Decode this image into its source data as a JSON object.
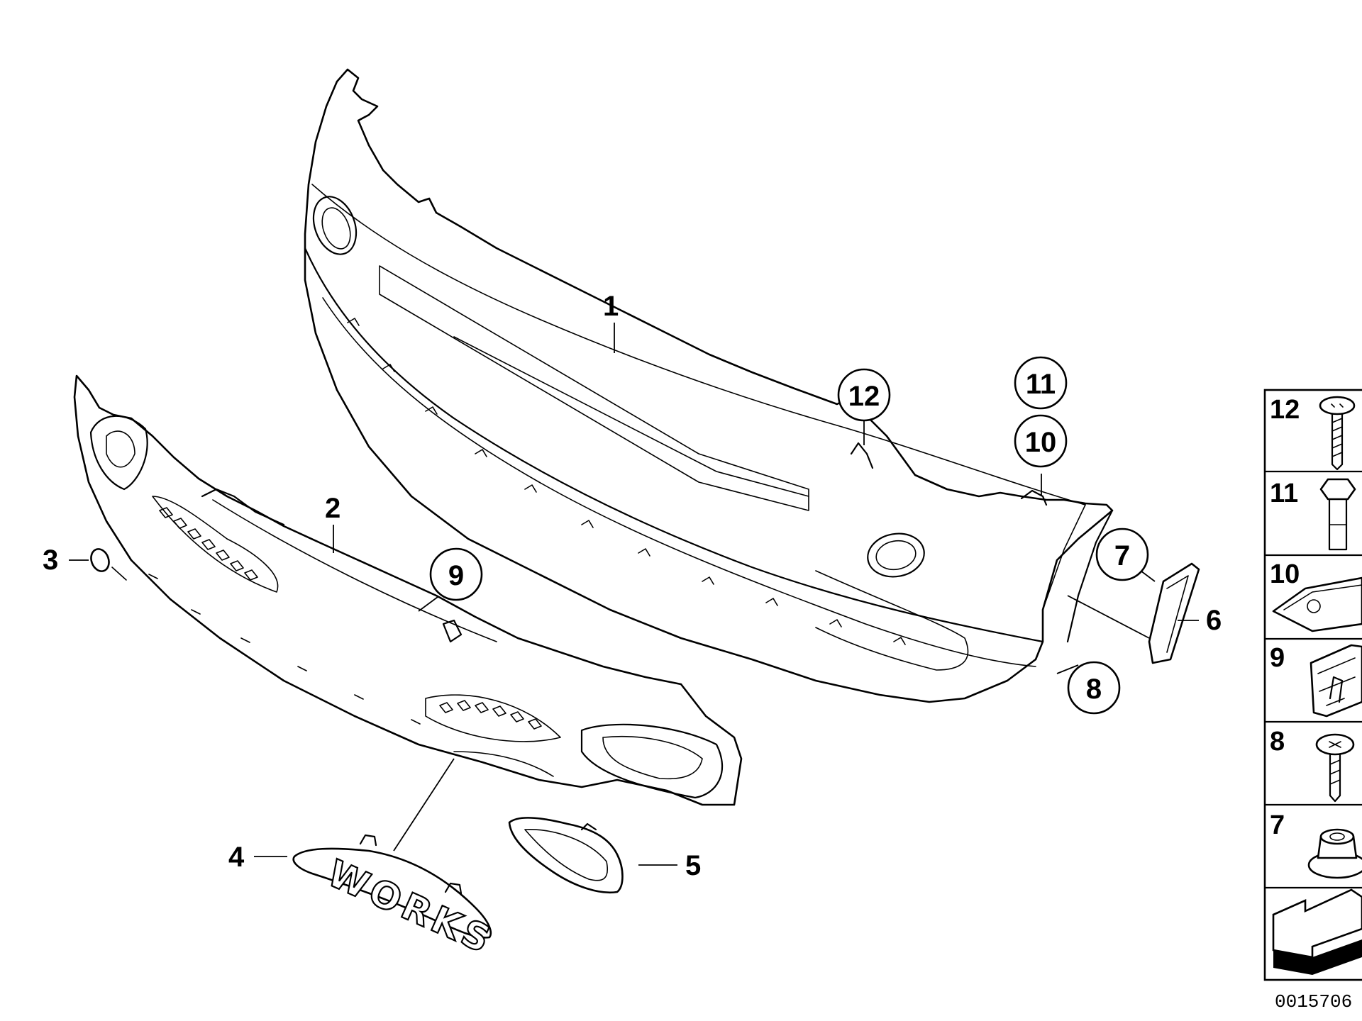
{
  "labels": {
    "p1": "1",
    "p2": "2",
    "p3": "3",
    "p4": "4",
    "p5": "5",
    "p6": "6",
    "p7": "7",
    "p8": "8",
    "p9": "9",
    "p10": "10",
    "p11": "11",
    "p12": "12"
  },
  "emblem_text": "WORKS",
  "table": {
    "rows": [
      "12",
      "11",
      "10",
      "9",
      "8",
      "7"
    ]
  },
  "reference_number": "0015706"
}
